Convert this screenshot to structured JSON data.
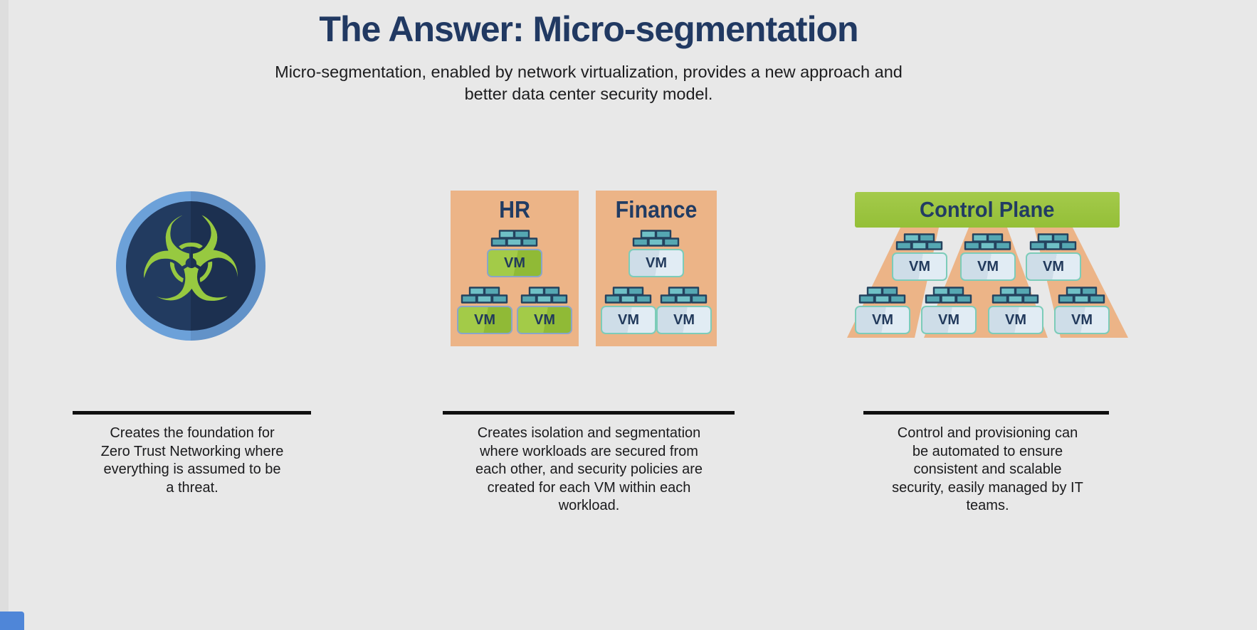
{
  "header": {
    "title": "The Answer: Micro-segmentation",
    "subtitle_line1": "Micro-segmentation, enabled by network virtualization, provides a new approach and",
    "subtitle_line2": "better data center security model."
  },
  "icons": {
    "biohazard_glyph": "☣"
  },
  "diagrams": {
    "hr": {
      "label": "HR",
      "vms": [
        "VM",
        "VM",
        "VM"
      ]
    },
    "finance": {
      "label": "Finance",
      "vms": [
        "VM",
        "VM",
        "VM"
      ]
    },
    "control": {
      "label": "Control Plane",
      "top_vms": [
        "VM",
        "VM",
        "VM"
      ],
      "bottom_vms": [
        "VM",
        "VM",
        "VM",
        "VM"
      ]
    }
  },
  "columns": [
    {
      "id": "zero-trust",
      "lines": [
        "Creates the foundation for",
        "Zero Trust Networking where",
        "everything is assumed to be",
        "a threat."
      ]
    },
    {
      "id": "isolation",
      "lines": [
        "Creates isolation and segmentation",
        "where workloads are secured from",
        "each other, and security policies are",
        "created for each VM within each",
        "workload."
      ]
    },
    {
      "id": "automation",
      "lines": [
        "Control and provisioning can",
        "be automated to ensure",
        "consistent and scalable",
        "security, easily managed by IT",
        "teams."
      ]
    }
  ],
  "colors": {
    "background": "#e8e8e8",
    "title_navy": "#213962",
    "body_text": "#1a1a1c",
    "orange_box": "#ecb487",
    "green_accent": "#9cc443",
    "brick_teal": "#55a7b2",
    "vm_blue_fill": "#d8e5ef",
    "vm_green_fill": "#9cc63f",
    "icon_ring_blue": "#6ca1d9",
    "icon_inner_navy": "#203456",
    "divider_black": "#0f0f0f"
  }
}
